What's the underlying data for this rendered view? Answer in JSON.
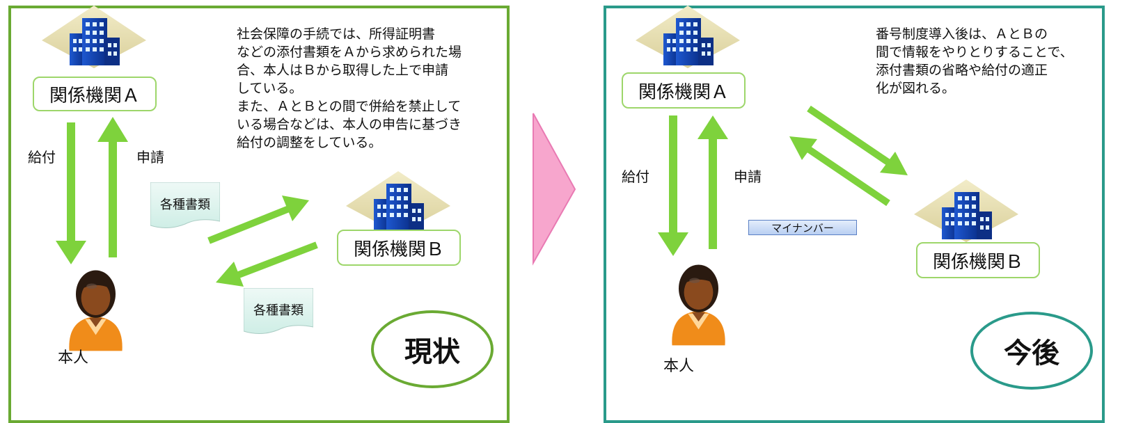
{
  "left": {
    "org_a": "関係機関Ａ",
    "org_b": "関係機関Ｂ",
    "benefit": "給付",
    "application": "申請",
    "person": "本人",
    "doc1": "各種書類",
    "doc2": "各種書類",
    "description": "社会保障の手続では、所得証明書\nなどの添付書類をＡから求められた場\n合、本人はＢから取得した上で申請\nしている。\nまた、ＡとＢとの間で併給を禁止して\nいる場合などは、本人の申告に基づき\n給付の調整をしている。",
    "status": "現状",
    "border_color": "#6aaa33"
  },
  "right": {
    "org_a": "関係機関Ａ",
    "org_b": "関係機関Ｂ",
    "benefit": "給付",
    "application": "申請",
    "person": "本人",
    "my_number": "マイナンバー",
    "description": "番号制度導入後は、ＡとＢの\n間で情報をやりとりすることで、\n添付書類の省略や給付の適正\n化が図れる。",
    "status": "今後",
    "border_color": "#2a9a8a"
  },
  "colors": {
    "arrow_green": "#7ed23c",
    "transition_pink": "#f7a6cd"
  }
}
